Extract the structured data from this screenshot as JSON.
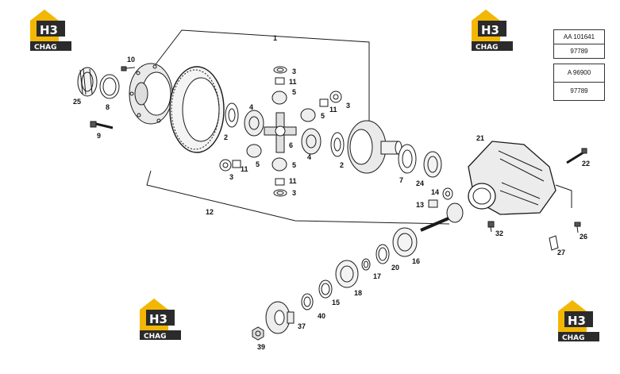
{
  "references": [
    {
      "code": "AA 101641",
      "number": "97789"
    },
    {
      "code": "A 96900",
      "number": "97789"
    }
  ],
  "watermark": {
    "letters": "H3",
    "word": "CHAG"
  },
  "callouts": [
    "1",
    "2",
    "2",
    "3",
    "3",
    "3",
    "3",
    "4",
    "4",
    "5",
    "5",
    "5",
    "5",
    "6",
    "7",
    "8",
    "9",
    "10",
    "11",
    "11",
    "11",
    "11",
    "12",
    "13",
    "14",
    "15",
    "16",
    "17",
    "18",
    "20",
    "21",
    "22",
    "24",
    "25",
    "26",
    "27",
    "32",
    "37",
    "39",
    "40"
  ],
  "colors": {
    "ink": "#1a1a1a",
    "logo_yellow": "#f2b705",
    "logo_dark": "#2b2b2b"
  }
}
